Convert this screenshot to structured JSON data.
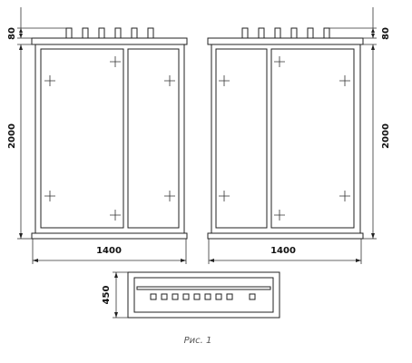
{
  "caption": "Рис. 1",
  "dimensions": {
    "left_height": "2000",
    "left_top_height": "80",
    "left_width": "1400",
    "right_height": "2000",
    "right_top_height": "80",
    "right_width": "1400",
    "plan_depth": "450"
  }
}
